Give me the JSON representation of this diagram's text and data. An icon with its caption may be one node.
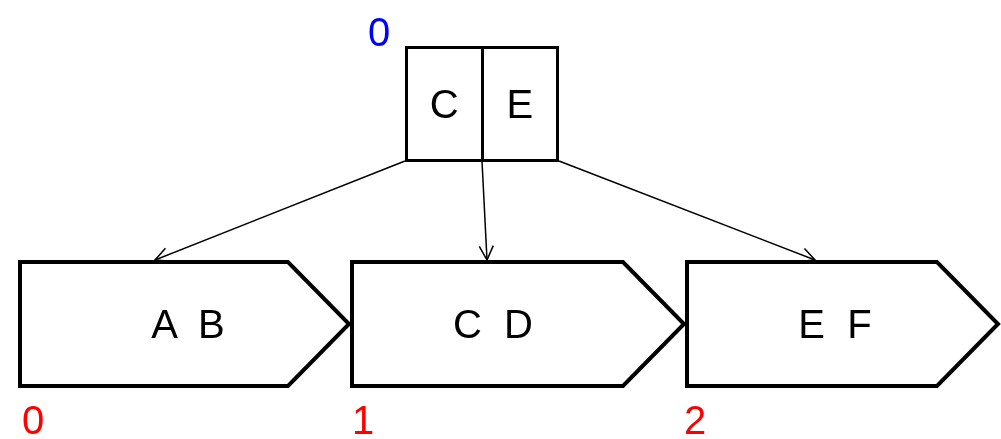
{
  "diagram": {
    "nodes": [
      {
        "text": [
          "C",
          "E"
        ],
        "beside": [
          "0"
        ]
      },
      {
        "text": [
          "A  B"
        ],
        "beside": [
          "0"
        ]
      },
      {
        "text": [
          "C  D"
        ],
        "beside": [
          "1"
        ]
      },
      {
        "text": [
          "E  F"
        ],
        "beside": [
          "2"
        ]
      }
    ],
    "edges": [
      {
        "from": 0,
        "to": 1,
        "arrow": "to"
      },
      {
        "from": 0,
        "to": 2,
        "arrow": "to"
      },
      {
        "from": 0,
        "to": 3,
        "arrow": "to"
      }
    ]
  }
}
